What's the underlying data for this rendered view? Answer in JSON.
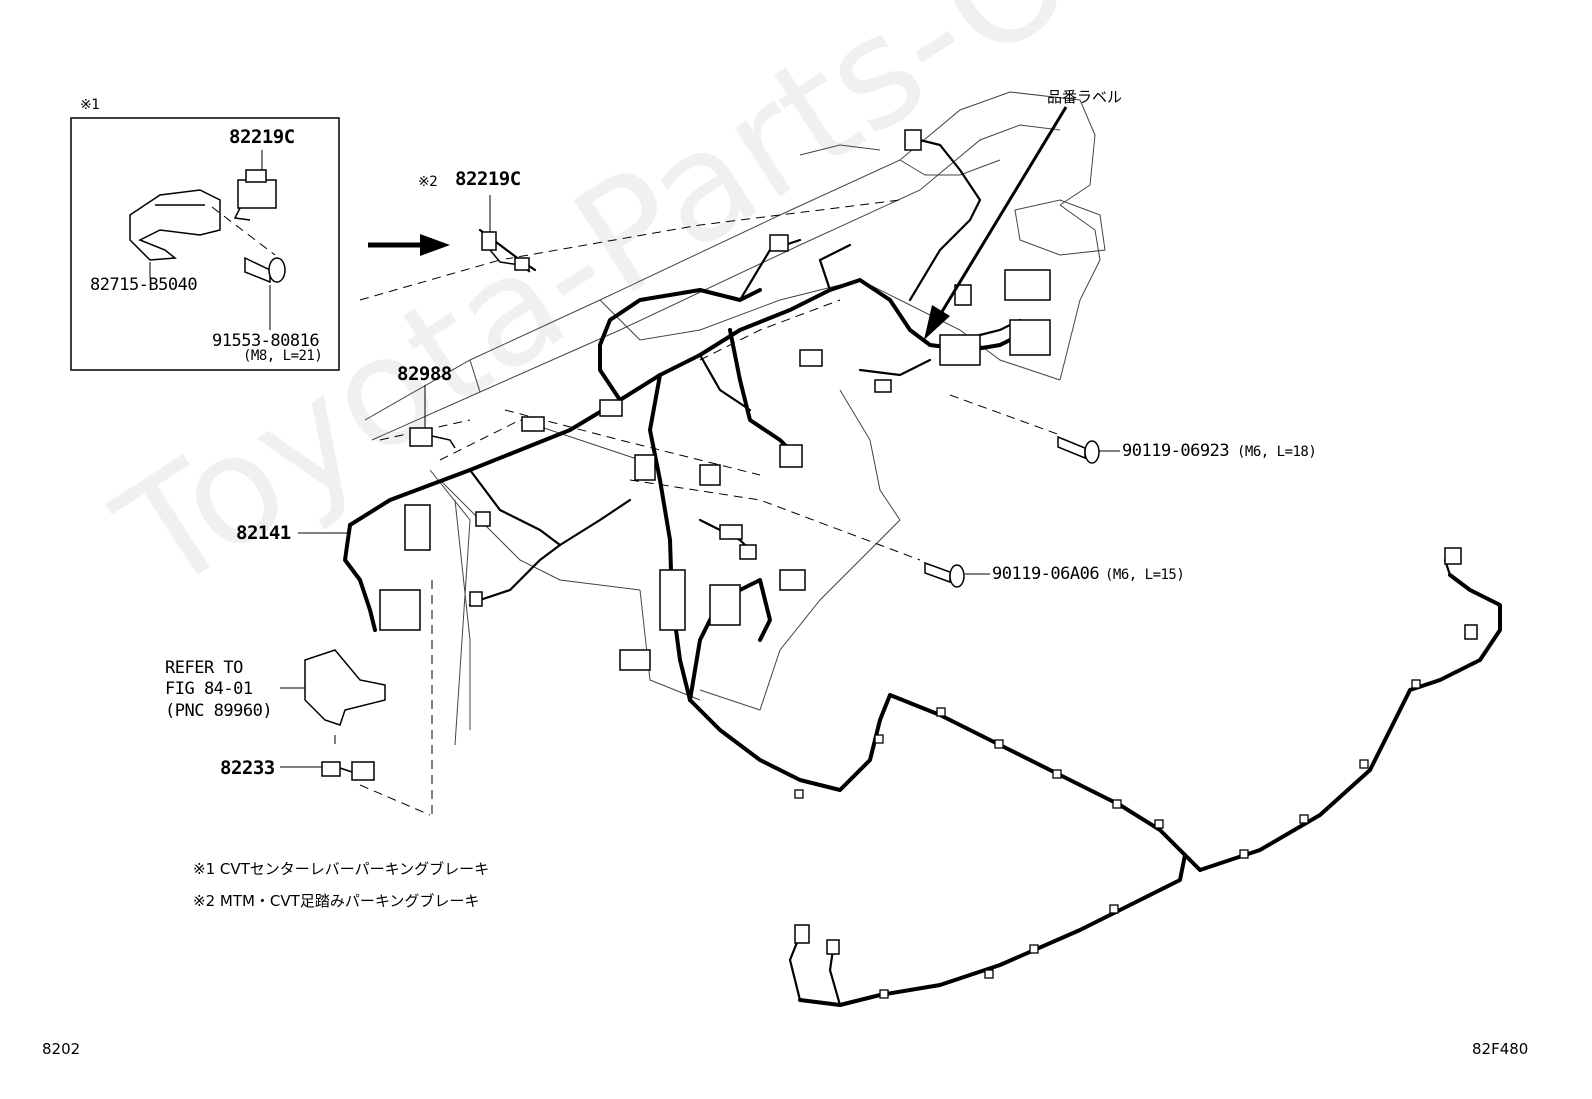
{
  "inset_marker": "※1",
  "watermark": "Toyota-Parts-Online.ru",
  "parts": {
    "p82219c_inset": "82219C",
    "p82715": "82715-B5040",
    "p91553": "91553-80816",
    "p91553_spec": "(M8, L=21)",
    "p82219c_marker": "※2",
    "p82219c_main": "82219C",
    "p82988": "82988",
    "p82141": "82141",
    "p90119_06923": "90119-06923",
    "p90119_06923_spec": "(M6, L=18)",
    "p90119_06a06": "90119-06A06",
    "p90119_06a06_spec": "(M6, L=15)",
    "p82233": "82233",
    "refer_line1": "REFER TO",
    "refer_line2": "FIG 84-01",
    "refer_line3": "(PNC 89960)",
    "label_jp": "品番ラベル"
  },
  "notes": {
    "note1": "※1 CVTセンターレバーパーキングブレーキ",
    "note2": "※2 MTM・CVT足踏みパーキングブレーキ"
  },
  "footer": {
    "left": "8202",
    "right": "82F480"
  }
}
